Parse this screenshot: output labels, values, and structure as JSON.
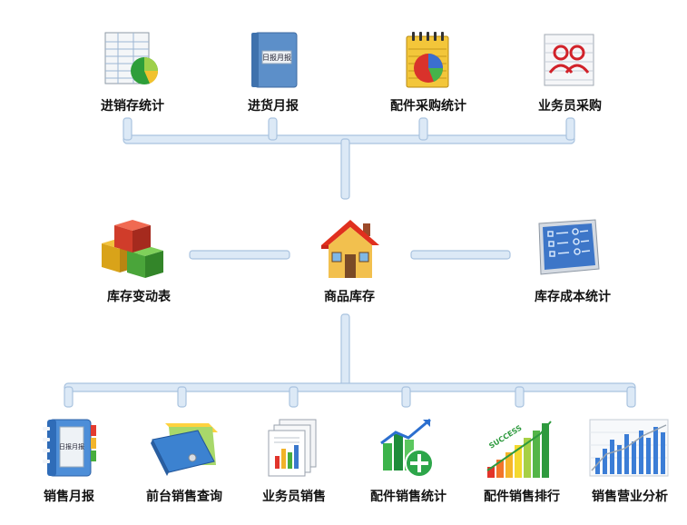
{
  "top": [
    {
      "id": "jxc",
      "label": "进销存统计",
      "icon": "spreadsheet-pie-chart-icon"
    },
    {
      "id": "jhyb",
      "label": "进货月报",
      "icon": "notebook-icon",
      "icon_text": "日报月报"
    },
    {
      "id": "pjcg",
      "label": "配件采购统计",
      "icon": "notepad-pie-chart-icon"
    },
    {
      "id": "ywycg",
      "label": "业务员采购",
      "icon": "user-group-document-icon"
    }
  ],
  "middle": [
    {
      "id": "kcbd",
      "label": "库存变动表",
      "icon": "stacked-boxes-icon"
    },
    {
      "id": "spkc",
      "label": "商品库存",
      "icon": "house-icon"
    },
    {
      "id": "kccb",
      "label": "库存成本统计",
      "icon": "checklist-board-icon"
    }
  ],
  "bottom": [
    {
      "id": "xsyb",
      "label": "销售月报",
      "icon": "address-book-icon",
      "icon_text": "日报月报"
    },
    {
      "id": "qtxs",
      "label": "前台销售查询",
      "icon": "blue-binder-icon"
    },
    {
      "id": "ywyxs",
      "label": "业务员销售",
      "icon": "report-documents-icon"
    },
    {
      "id": "pjxstj",
      "label": "配件销售统计",
      "icon": "bar-chart-add-icon"
    },
    {
      "id": "pjxsph",
      "label": "配件销售排行",
      "icon": "success-bar-chart-icon",
      "icon_text": "SUCCESS"
    },
    {
      "id": "xsyyfx",
      "label": "销售营业分析",
      "icon": "column-chart-analysis-icon"
    }
  ],
  "colors": {
    "connector_fill": "#dce9f6",
    "connector_stroke": "#a9c3df",
    "label": "#111111"
  }
}
